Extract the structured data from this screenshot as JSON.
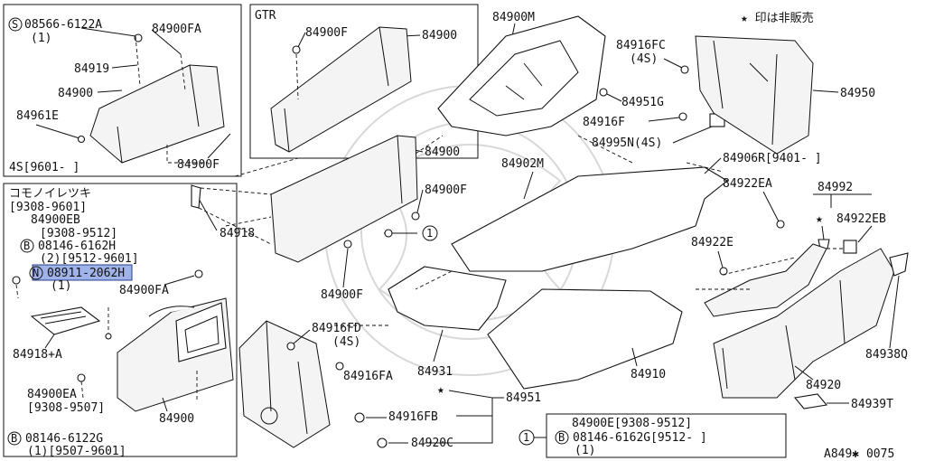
{
  "legend_note": "★ 印は非販売",
  "figure_code": "A849✱ 0075",
  "groups": {
    "g1": {
      "screw_code": "08566-6122A",
      "screw_prefix": "S",
      "qty": "(1)",
      "range": "4S[9601-   ]"
    },
    "gtr": {
      "title": "GTR"
    },
    "left_box": {
      "title": "コモノイレツキ",
      "range": "[9308-9601]",
      "eb_range": "[9308-9512]",
      "b_code": "08146-6162H",
      "b_prefix": "B",
      "b_range": "(2)[9512-9601]",
      "n_code": "08911-2062H",
      "n_prefix": "N",
      "n_qty": "(1)",
      "ea_range": "[9308-9507]",
      "b2_code": "08146-6122G",
      "b2_range": "(1)[9507-9601]"
    },
    "ref1": {
      "marker": "1",
      "line1": "84900E[9308-9512]",
      "b_prefix": "B",
      "line2": "08146-6162G[9512-    ]",
      "qty": "(1)"
    }
  },
  "labels": {
    "p84900FA_a": "84900FA",
    "p84919": "84919",
    "p84900_a": "84900",
    "p84961E": "84961E",
    "p84900F_a": "84900F",
    "p84900F_b": "84900F",
    "p84900_b": "84900",
    "p84900M": "84900M",
    "p84916FC": "84916FC",
    "p4S_a": "(4S)",
    "p84951G": "84951G",
    "p84916F": "84916F",
    "p84995N": "84995N(4S)",
    "p84950": "84950",
    "p84900_c": "84900",
    "p84902M": "84902M",
    "p84906R": "84906R[9401-      ]",
    "p84900F_c": "84900F",
    "p84918": "84918",
    "p84900F_d": "84900F",
    "p84900EB": "84900EB",
    "p84900FA_b": "84900FA",
    "p84918A": "84918+A",
    "p84900EA": "84900EA",
    "p84900_d": "84900",
    "p84916FD": "84916FD",
    "p4S_b": "(4S)",
    "p84916FA": "84916FA",
    "p84931": "84931",
    "p84910": "84910",
    "p84951": "84951",
    "p84916FB": "84916FB",
    "p84920C": "84920C",
    "p84922EA": "84922EA",
    "p84992": "84992",
    "p84922EB": "84922EB",
    "p84922E": "84922E",
    "p84938Q": "84938Q",
    "p84920": "84920",
    "p84939T": "84939T",
    "circle1": "1"
  }
}
